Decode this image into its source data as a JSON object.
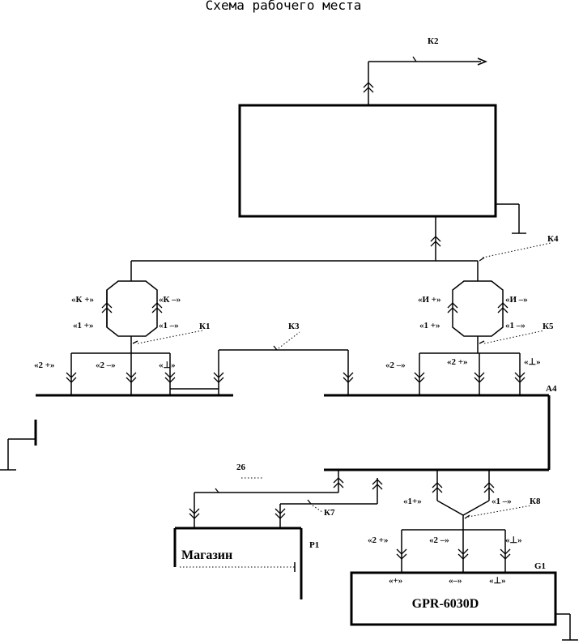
{
  "title": "Схема рабочего места",
  "cables": {
    "k1": "К1",
    "k2": "К2",
    "k3": "К3",
    "k4": "К4",
    "k5": "К5",
    "k7": "К7",
    "k8": "К8"
  },
  "blocks": {
    "a4": "А4",
    "p1": "Р1",
    "p1_name": "Магазин",
    "g1": "G1",
    "g1_name": "GPR-6030D",
    "hidden_mark": "26"
  },
  "pins": {
    "k_plus": "«К +»",
    "k_minus": "«К –»",
    "one_plus_left": "«1 +»",
    "one_minus_left": "«1 –»",
    "m_plus": "«И +»",
    "m_minus": "«И –»",
    "one_plus_right": "«1 +»",
    "one_minus_right": "«1 –»",
    "two_plus_left": "«2 +»",
    "two_minus_left": "«2 –»",
    "gnd_left": "«⊥»",
    "two_minus_right": "«2 –»",
    "two_plus_right": "«2 +»",
    "gnd_right": "«⊥»",
    "k8_one_plus": "«1+»",
    "k8_one_minus": "«1 –»",
    "k8_two_plus": "«2 +»",
    "k8_two_minus": "«2 –»",
    "k8_gnd": "«⊥»",
    "g1_plus": "«+»",
    "g1_minus": "«–»",
    "g1_gnd": "«⊥»"
  }
}
